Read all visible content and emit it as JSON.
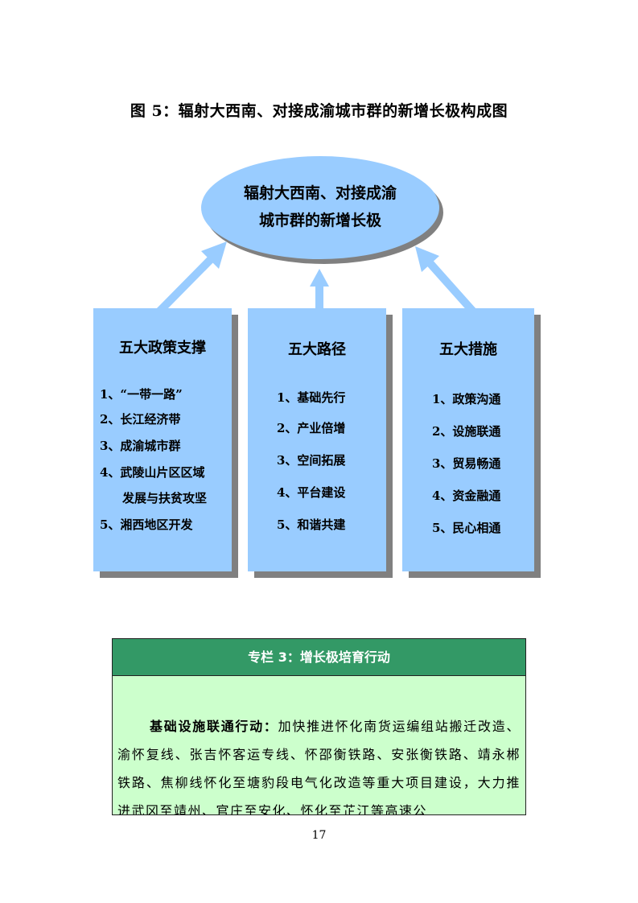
{
  "figure": {
    "title": "图 5：辐射大西南、对接成渝城市群的新增长极构成图",
    "center": {
      "line1": "辐射大西南、对接成渝",
      "line2": "城市群的新增长极"
    },
    "panels": [
      {
        "title": "五大政策支撑",
        "items": [
          "1、“一带一路”",
          "2、长江经济带",
          "3、成渝城市群",
          "4、武陵山片区区域",
          "发展与扶贫攻坚",
          "5、湘西地区开发"
        ]
      },
      {
        "title": "五大路径",
        "items": [
          "1、基础先行",
          "2、产业倍增",
          "3、空间拓展",
          "4、平台建设",
          "5、和谐共建"
        ]
      },
      {
        "title": "五大措施",
        "items": [
          "1、政策沟通",
          "2、设施联通",
          "3、贸易畅通",
          "4、资金融通",
          "5、民心相通"
        ]
      }
    ],
    "colors": {
      "ellipse": "#99ccff",
      "panel": "#99ccff",
      "arrow": "#99ccff",
      "shadow": "#808080"
    }
  },
  "sidebar_box": {
    "header": "专栏 3：增长极培育行动",
    "lead": "基础设施联通行动：",
    "text": "加快推进怀化南货运编组站搬迁改造、渝怀复线、张吉怀客运专线、怀邵衡铁路、安张衡铁路、靖永郴铁路、焦柳线怀化至塘豹段电气化改造等重大项目建设，大力推进武冈至靖州、官庄至安化、怀化至芷江等高速公",
    "colors": {
      "header_bg": "#339966",
      "body_bg": "#ccffcc"
    }
  },
  "page_number": "17"
}
